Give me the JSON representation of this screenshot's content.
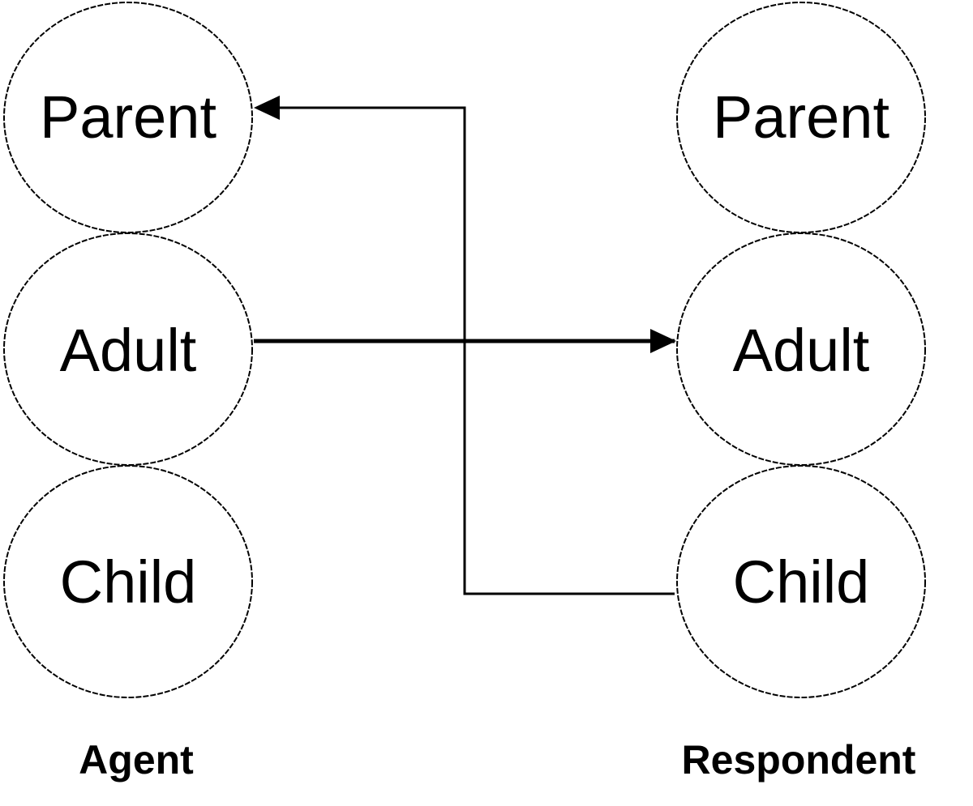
{
  "diagram": {
    "type": "transactional-analysis",
    "columns": [
      {
        "label": "Agent",
        "nodes": [
          {
            "label": "Parent"
          },
          {
            "label": "Adult"
          },
          {
            "label": "Child"
          }
        ]
      },
      {
        "label": "Respondent",
        "nodes": [
          {
            "label": "Parent"
          },
          {
            "label": "Adult"
          },
          {
            "label": "Child"
          }
        ]
      }
    ],
    "edges": [
      {
        "from": "Agent.Adult",
        "to": "Respondent.Adult",
        "style": "thick",
        "arrow": "end"
      },
      {
        "from": "Respondent.Child",
        "to": "Agent.Parent",
        "style": "thin",
        "arrow": "end",
        "routing": "orthogonal"
      }
    ],
    "colors": {
      "stroke": "#000000",
      "background": "#ffffff"
    }
  }
}
